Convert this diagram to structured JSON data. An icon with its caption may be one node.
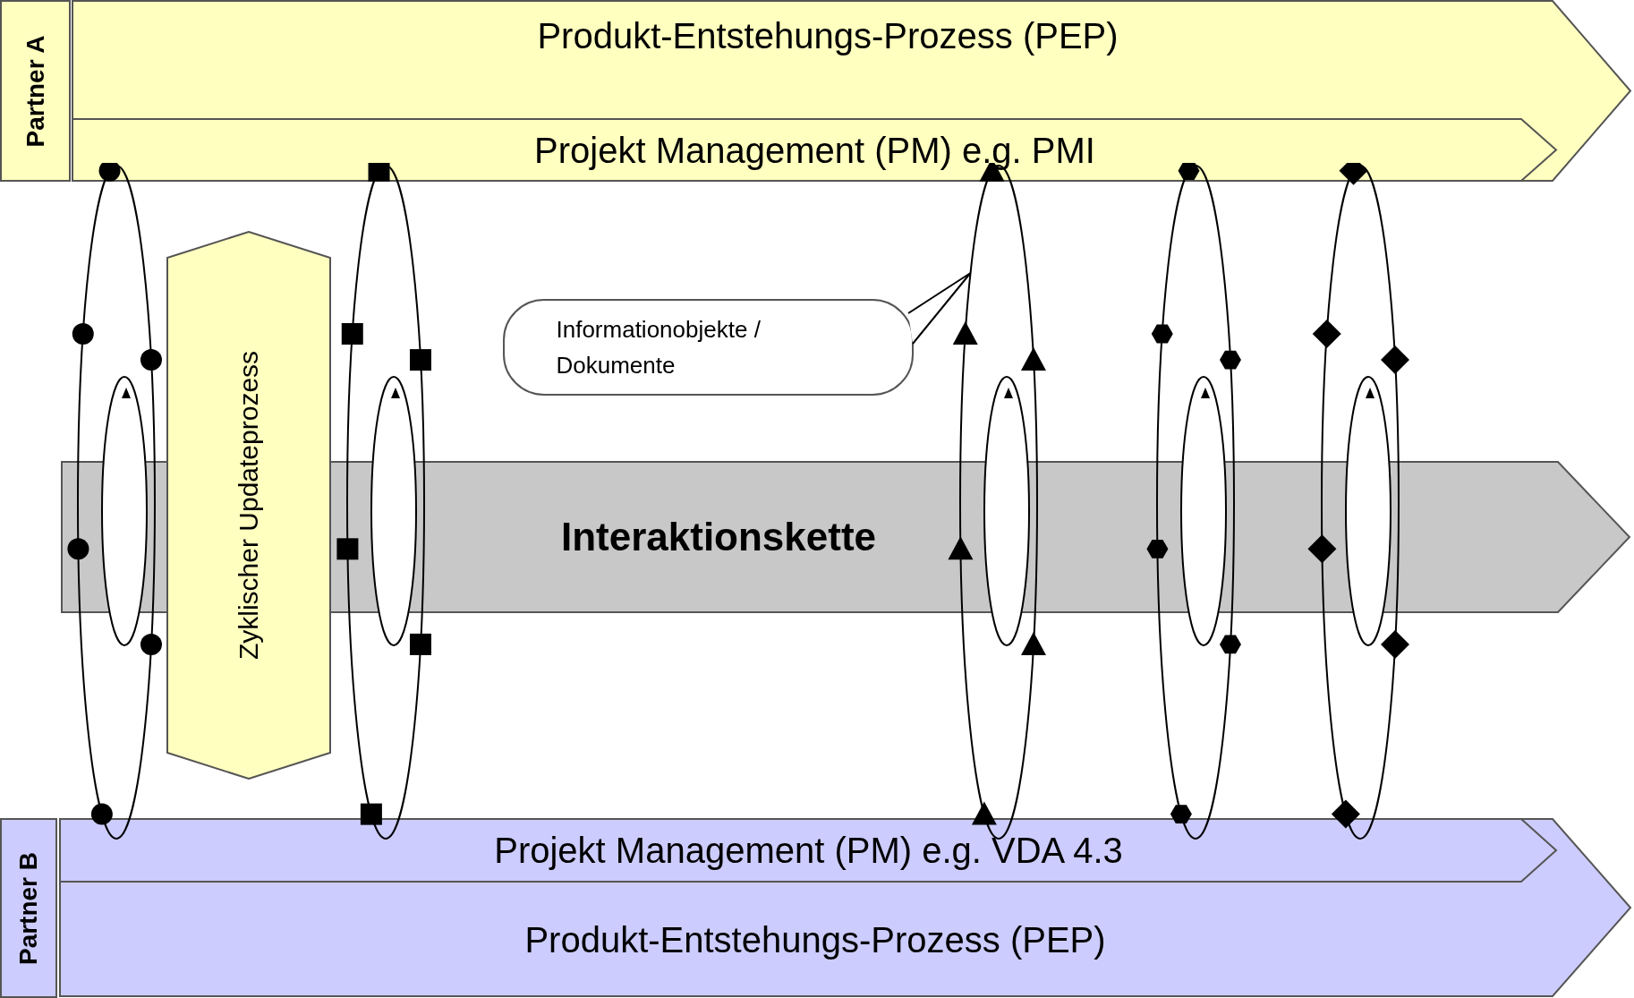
{
  "diagram": {
    "nodes": [
      {
        "text": [
          "Partner A"
        ]
      },
      {
        "text": [
          "Produkt-Entstehungs-Prozess (PEP)"
        ]
      },
      {
        "text": [
          "Projekt Management (PM) e.g. PMI"
        ],
        "in": 1
      },
      {
        "text": [
          "Interaktionskette"
        ]
      },
      {
        "text": [
          "Zyklischer Updateprozess"
        ]
      },
      {
        "text": [
          "Informationobjekte / Dokumente"
        ]
      },
      {
        "text": [],
        "shape": "ellipse"
      },
      {
        "text": [],
        "shape": "ellipse"
      },
      {
        "text": [],
        "shape": "ellipse"
      },
      {
        "text": [],
        "shape": "ellipse"
      },
      {
        "text": [],
        "shape": "ellipse"
      },
      {
        "text": [
          "Partner B"
        ]
      },
      {
        "text": [
          "Produkt-Entstehungs-Prozess (PEP)"
        ]
      },
      {
        "text": [
          "Projekt Management (PM) e.g. VDA 4.3"
        ],
        "in": 12
      }
    ],
    "edges": [
      {
        "from": 5,
        "to": 8,
        "arrow": "none"
      }
    ]
  }
}
